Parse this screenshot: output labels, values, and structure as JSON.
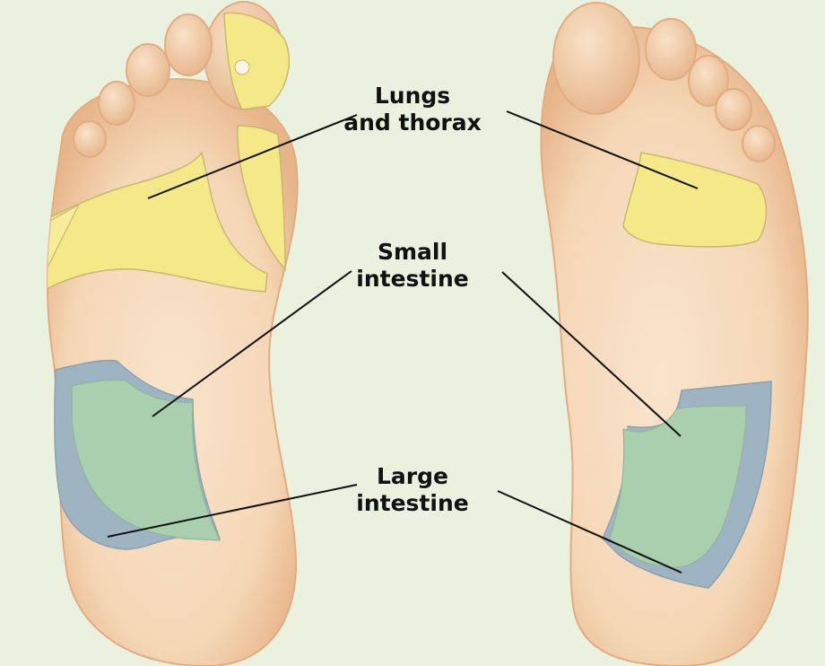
{
  "labels": {
    "lungs": [
      "Lungs",
      "and thorax"
    ],
    "small_intestine": [
      "Small",
      "intestine"
    ],
    "large_intestine": [
      "Large",
      "intestine"
    ]
  },
  "colors": {
    "background": "#eaf1df",
    "skin": "#f6dcc0",
    "skin_shadow": "#e9b98d",
    "lungs_zone": "#f4e889",
    "small_intestine_zone": "#a9cfae",
    "large_intestine_zone": "#9fb4c2",
    "leader_lines": "#111111"
  }
}
